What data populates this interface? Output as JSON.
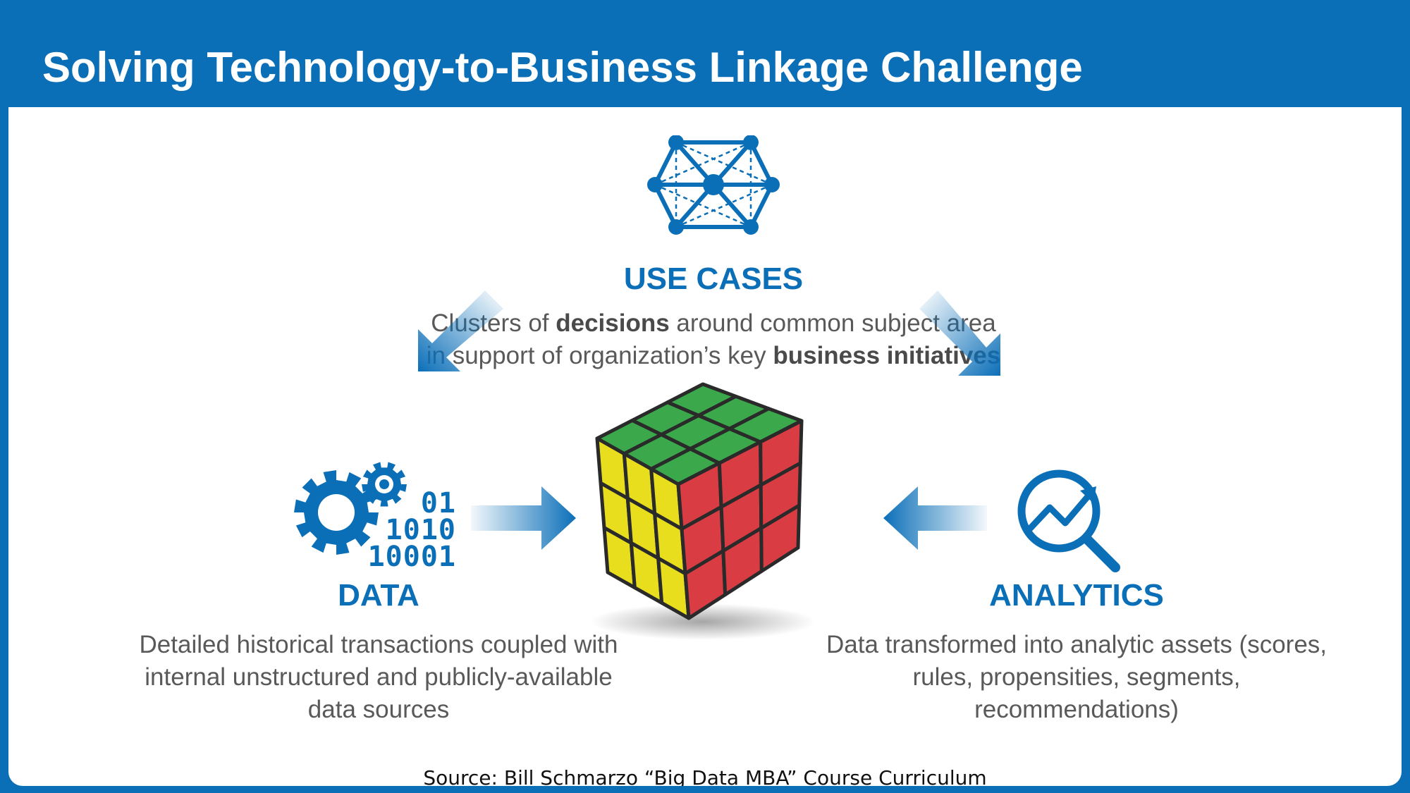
{
  "title": "Solving Technology-to-Business Linkage Challenge",
  "use_cases": {
    "heading": "USE CASES",
    "line1_a": "Clusters of ",
    "line1_b": "decisions",
    "line1_c": " around common subject area",
    "line2_a": "in support of organization’s key ",
    "line2_b": "business initiatives"
  },
  "data": {
    "heading": "DATA",
    "bits": [
      "01",
      "1010",
      "10001"
    ],
    "description": "Detailed historical transactions coupled with internal unstructured and publicly-available data sources"
  },
  "analytics": {
    "heading": "ANALYTICS",
    "description": "Data transformed into analytic assets (scores, rules, propensities, segments, recommendations)"
  },
  "source": "Source: Bill Schmarzo “Big Data MBA” Course Curriculum",
  "colors": {
    "brand_blue": "#0b6fb8",
    "cube_green": "#3aa84b",
    "cube_red": "#d93c43",
    "cube_yellow": "#e9de1e",
    "text_gray": "#595959"
  },
  "icons": [
    "network-hexagon-icon",
    "gears-binary-icon",
    "magnifier-chart-icon",
    "rubiks-cube-image",
    "flow-arrow-icon"
  ]
}
